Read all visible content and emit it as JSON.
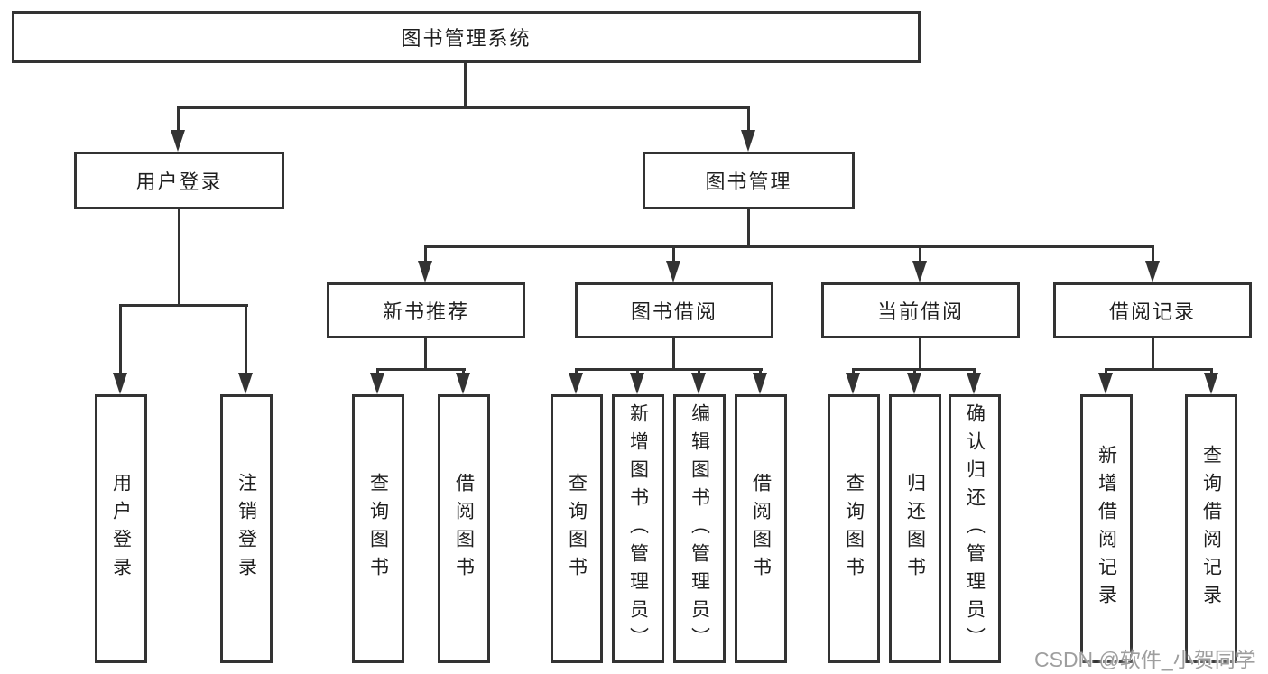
{
  "nodes": {
    "root": "图书管理系统",
    "user_login": "用户登录",
    "book_mgmt": "图书管理",
    "new_book_rec": "新书推荐",
    "book_borrow": "图书借阅",
    "current_borrow": "当前借阅",
    "borrow_record": "借阅记录",
    "g1a": "用户登录",
    "g1b": "注销登录",
    "g2a": "查询图书",
    "g2b": "借阅图书",
    "g3a": "查询图书",
    "g3b": "新增图书（管理员）",
    "g3c": "编辑图书（管理员）",
    "g3d": "借阅图书",
    "g4a": "查询图书",
    "g4b": "归还图书",
    "g4c": "确认归还（管理员）",
    "g5a": "新增借阅记录",
    "g5b": "查询借阅记录"
  },
  "watermark": "CSDN @软件_小贺同学",
  "colors": {
    "line": "#333333",
    "text": "#1f1f1f",
    "watermark": "#9e9e9e",
    "background": "#ffffff"
  }
}
